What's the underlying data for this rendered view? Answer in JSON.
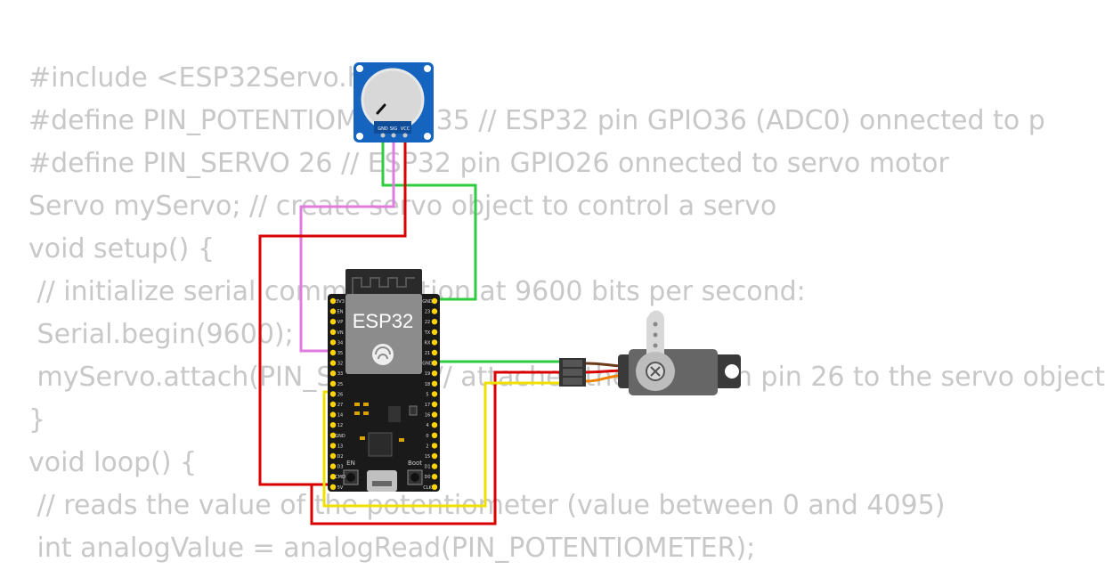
{
  "code_lines": [
    "#include <ESP32Servo.h>",
    "#define PIN_POTENTIOMETER 35 // ESP32 pin GPIO36 (ADC0) onnected to p",
    "#define PIN_SERVO 26 // ESP32 pin GPIO26 onnected to servo motor",
    "Servo myServo; // create servo object to control a servo",
    "void setup() {",
    " // initialize serial communication at 9600 bits per second:",
    " Serial.begin(9600);",
    " myServo.attach(PIN_SERVO); // attaches the servo on pin 26 to the servo object",
    "}",
    "void loop() {",
    " // reads the value of the potentiometer (value between 0 and 4095)",
    " int analogValue = analogRead(PIN_POTENTIOMETER);"
  ],
  "board": {
    "label": "ESP32",
    "boot_label": "Boot",
    "en_label": "EN",
    "left_pins": [
      "3V3",
      "EN",
      "VP",
      "VN",
      "34",
      "35",
      "32",
      "33",
      "25",
      "26",
      "27",
      "14",
      "12",
      "GND",
      "13",
      "D2",
      "D3",
      "CMD",
      "5V"
    ],
    "right_pins": [
      "GND",
      "23",
      "22",
      "TX",
      "RX",
      "21",
      "GND",
      "19",
      "18",
      "5",
      "17",
      "16",
      "4",
      "0",
      "2",
      "15",
      "D1",
      "D0",
      "CLK"
    ]
  },
  "potentiometer": {
    "pins": [
      "GND",
      "SIG",
      "VCC"
    ]
  },
  "wires": {
    "pot_gnd": "#2ecc40",
    "pot_sig": "#e07be0",
    "pot_vcc": "#d90000",
    "servo_gnd": "#2ecc40",
    "servo_vcc": "#d90000",
    "servo_sig": "#f0e000"
  },
  "colors": {
    "code_text": "#c8c8c8",
    "board_body": "#1a1a1a",
    "pin_dot": "#ffd400",
    "pot_body": "#1565c0"
  }
}
